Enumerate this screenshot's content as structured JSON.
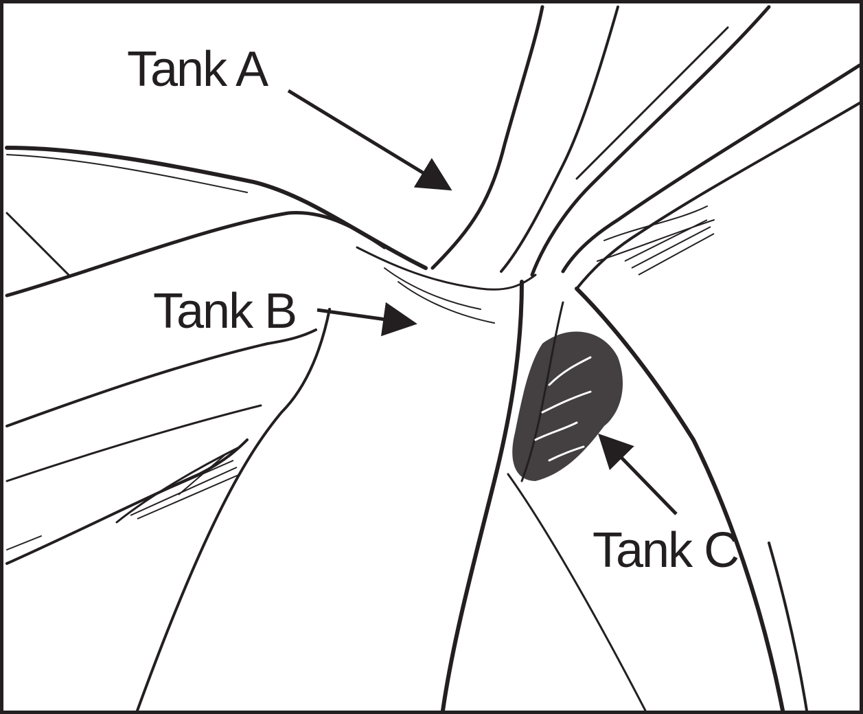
{
  "figure": {
    "labels": {
      "tank_a": "Tank A",
      "tank_b": "Tank B",
      "tank_c": "Tank C"
    },
    "colors": {
      "ink": "#231f20",
      "background": "#ffffff"
    }
  }
}
